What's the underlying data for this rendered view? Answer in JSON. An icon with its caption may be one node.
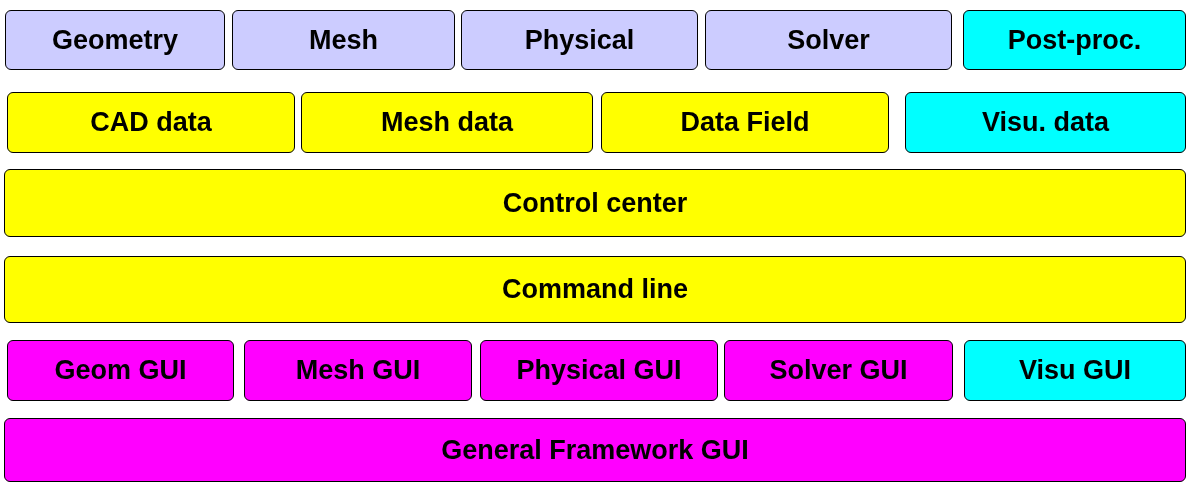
{
  "diagram": {
    "nodes": [
      {
        "text": [
          "Geometry"
        ]
      },
      {
        "text": [
          "Mesh"
        ]
      },
      {
        "text": [
          "Physical"
        ]
      },
      {
        "text": [
          "Solver"
        ]
      },
      {
        "text": [
          "Post-proc."
        ]
      },
      {
        "text": [
          "CAD data"
        ]
      },
      {
        "text": [
          "Mesh data"
        ]
      },
      {
        "text": [
          "Data Field"
        ]
      },
      {
        "text": [
          "Visu. data"
        ]
      },
      {
        "text": [
          "Control center"
        ]
      },
      {
        "text": [
          "Command line"
        ]
      },
      {
        "text": [
          "Geom GUI"
        ]
      },
      {
        "text": [
          "Mesh GUI"
        ]
      },
      {
        "text": [
          "Physical GUI"
        ]
      },
      {
        "text": [
          "Solver GUI"
        ]
      },
      {
        "text": [
          "Visu GUI"
        ]
      },
      {
        "text": [
          "General Framework GUI"
        ]
      }
    ]
  }
}
